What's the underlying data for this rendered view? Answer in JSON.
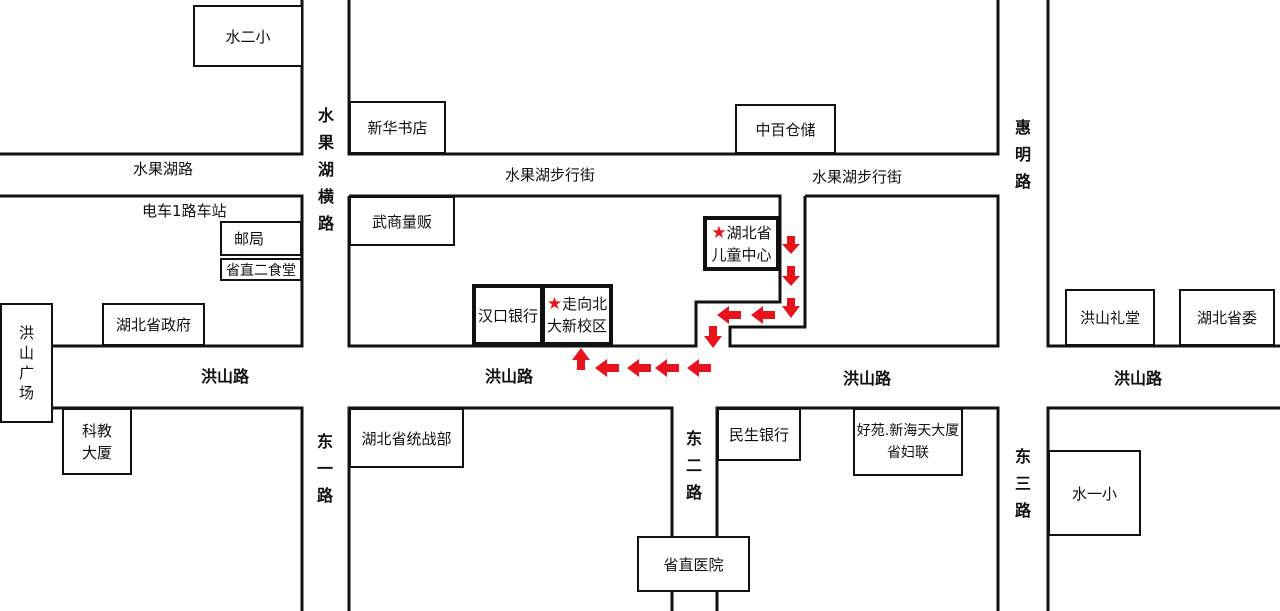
{
  "roads": {
    "hongshan": "洪山路",
    "shuiguohu_road": "水果湖路",
    "shuiguohu_hengroad": "水果湖横路",
    "dongyi": "东一路",
    "donger": "东二路",
    "dongsan": "东三路",
    "huiming": "惠明路",
    "pedestrian_street": "水果湖步行街"
  },
  "labels": {
    "tram_station": "电车1路车站"
  },
  "buildings": {
    "shuier_school": "水二小",
    "xinhua_bookstore": "新华书店",
    "zhongbai_storage": "中百仓储",
    "wushang_store": "武商量贩",
    "post_office": "邮局",
    "provincial_canteen": "省直二食堂",
    "provincial_government": "湖北省政府",
    "hongshan_square": "洪山广场",
    "hankou_bank": "汉口银行",
    "target_school_line1": "走向北",
    "target_school_line2": "大新校区",
    "children_center_line1": "湖北省",
    "children_center_line2": "儿童中心",
    "hongshan_hall": "洪山礼堂",
    "provincial_committee": "湖北省委",
    "kejiao_line1": "科教",
    "kejiao_line2": "大厦",
    "united_front": "湖北省统战部",
    "minsheng_bank": "民生银行",
    "haoyuan_line1": "好苑.新海天大厦",
    "haoyuan_line2": "省妇联",
    "provincial_hospital": "省直医院",
    "shuiyi_school": "水一小"
  },
  "colors": {
    "route_arrow": "#e8141b",
    "star_marker": "#e8141b",
    "block_outline": "#111111"
  },
  "icons": {
    "marker": "red-star-icon",
    "route": "red-arrow-icon"
  }
}
